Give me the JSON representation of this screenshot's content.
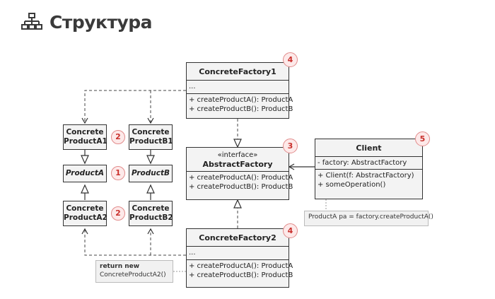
{
  "header": {
    "title": "Структура",
    "icon": "hierarchy-icon"
  },
  "concrete_factory_1": {
    "name": "ConcreteFactory1",
    "fields": "...",
    "methods": [
      "+ createProductA(): ProductA",
      "+ createProductB(): ProductB"
    ],
    "badge": "4"
  },
  "abstract_factory": {
    "stereotype": "«interface»",
    "name": "AbstractFactory",
    "methods": [
      "+ createProductA(): ProductA",
      "+ createProductB(): ProductB"
    ],
    "badge": "3"
  },
  "concrete_factory_2": {
    "name": "ConcreteFactory2",
    "fields": "...",
    "methods": [
      "+ createProductA(): ProductA",
      "+ createProductB(): ProductB"
    ],
    "badge": "4"
  },
  "client": {
    "name": "Client",
    "fields": [
      "- factory: AbstractFactory"
    ],
    "methods": [
      "+ Client(f: AbstractFactory)",
      "+ someOperation()"
    ],
    "badge": "5"
  },
  "products": {
    "concrete_a1": {
      "line1": "Concrete",
      "line2": "ProductA1"
    },
    "concrete_b1": {
      "line1": "Concrete",
      "line2": "ProductB1"
    },
    "product_a": {
      "label": "ProductA"
    },
    "product_b": {
      "label": "ProductB"
    },
    "concrete_a2": {
      "line1": "Concrete",
      "line2": "ProductA2"
    },
    "concrete_b2": {
      "line1": "Concrete",
      "line2": "ProductB2"
    },
    "badge_concrete_1": "2",
    "badge_interface": "1",
    "badge_concrete_2": "2"
  },
  "notes": {
    "client_note": "ProductA pa = factory.createProductA()",
    "factory_note_bold": "return new",
    "factory_note_text": "ConcreteProductA2()"
  },
  "colors": {
    "badge_text": "#c9302c",
    "badge_fill": "#fde9e9",
    "box_fill": "#f3f3f3"
  }
}
